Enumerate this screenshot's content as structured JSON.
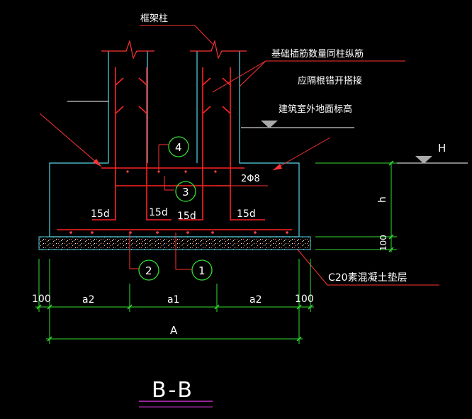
{
  "title": "B-B",
  "labels": {
    "frame_column": "框架柱",
    "dowel_note_line1": "基础插筋数量同柱纵筋",
    "dowel_note_line2": "应隔根错开搭接",
    "outdoor_grade": "建筑室外地面标高",
    "level_H": "H",
    "tie_bars": "2Φ8",
    "cushion": "C20素混凝土垫层",
    "depth_h": "h",
    "cushion_thickness": "100",
    "anchor_15d": "15d",
    "dim_100": "100",
    "dim_a1": "a1",
    "dim_a2": "a2",
    "dim_A": "A"
  },
  "callouts": [
    "1",
    "2",
    "3",
    "4"
  ],
  "colors": {
    "background": "#000000",
    "concrete": "#55d5e5",
    "rebar": "#ff2222",
    "leader": "#ff3333",
    "dimension": "#33dd33",
    "text": "#ffffff",
    "title_underline": "#cc33cc"
  }
}
